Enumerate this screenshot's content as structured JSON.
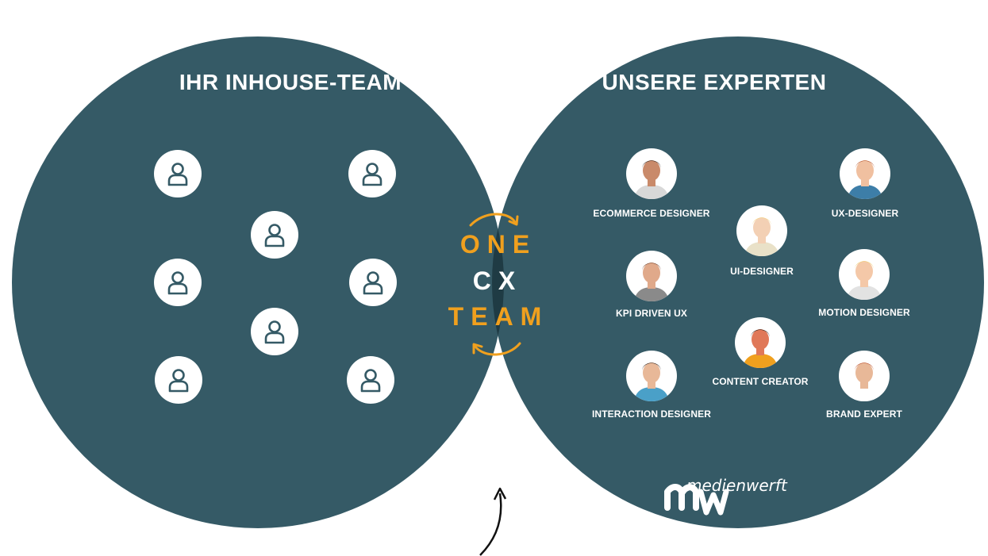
{
  "left_circle": {
    "title": "IHR INHOUSE-TEAM",
    "color": "#355a66",
    "people_icon": "person-outline-icon"
  },
  "right_circle": {
    "title": "UNSERE EXPERTEN",
    "color": "#355a66"
  },
  "overlap": {
    "color": "#1f3b44",
    "line1": "ONE",
    "line2": "CX",
    "line3": "TEAM",
    "accent_color": "#f0a01e",
    "arrow_icon": "circular-arrows-icon"
  },
  "experts": [
    {
      "label": "ECOMMERCE DESIGNER",
      "avatar": "bearded-man-avatar"
    },
    {
      "label": "UX-DESIGNER",
      "avatar": "red-haired-woman-avatar"
    },
    {
      "label": "UI-DESIGNER",
      "avatar": "blonde-woman-avatar"
    },
    {
      "label": "KPI DRIVEN UX",
      "avatar": "woman-bun-avatar"
    },
    {
      "label": "MOTION DESIGNER",
      "avatar": "blond-man-avatar"
    },
    {
      "label": "CONTENT CREATOR",
      "avatar": "man-orange-shirt-avatar"
    },
    {
      "label": "INTERACTION DESIGNER",
      "avatar": "man-glasses-avatar"
    },
    {
      "label": "BRAND EXPERT",
      "avatar": "red-haired-man-avatar"
    }
  ],
  "brand": {
    "name": "medienwerft",
    "logo": "mw-logo-icon"
  }
}
